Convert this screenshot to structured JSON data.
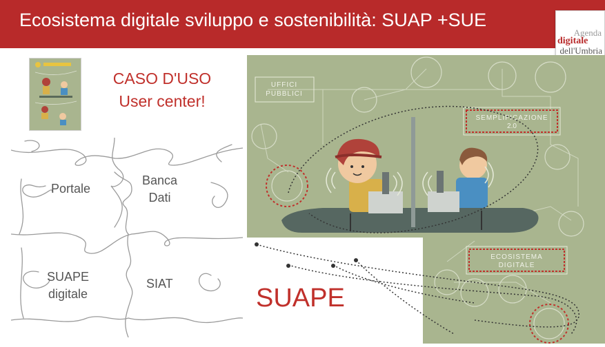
{
  "header": {
    "title": "Ecosistema digitale sviluppo e sostenibilità: SUAP +SUE",
    "background": "#b82a2a"
  },
  "logo": {
    "line1": "Agenda",
    "line2": "digitale",
    "line3": "dell'Umbria"
  },
  "case_study": {
    "line1": "CASO D'USO",
    "line2": "User center!",
    "color": "#c0302b"
  },
  "puzzle": {
    "pieces": [
      {
        "label": "Portale"
      },
      {
        "label_line1": "Banca",
        "label_line2": "Dati"
      },
      {
        "label_line1": "SUAPE",
        "label_line2": "digitale"
      },
      {
        "label": "SIAT"
      }
    ]
  },
  "illustration": {
    "background": "#a9b58f",
    "labels": {
      "uffici_line1": "UFFICI",
      "uffici_line2": "PUBBLICI",
      "semplificazione_line1": "SEMPLIFICAZIONE",
      "semplificazione_line2": "2.0",
      "ecosistema_line1": "ECOSISTEMA",
      "ecosistema_line2": "DIGITALE"
    }
  },
  "suape_label": "SUAPE",
  "accent_color": "#c0302b"
}
